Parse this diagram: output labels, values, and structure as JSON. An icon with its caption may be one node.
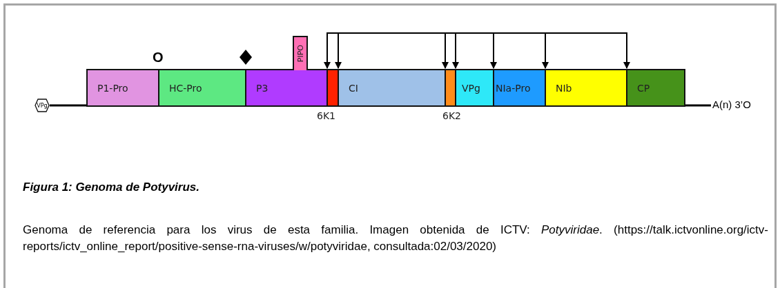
{
  "diagram": {
    "title": "Figura 1: Genoma de Potyvirus.",
    "caption": "Genoma de referencia para los virus de esta familia. Imagen obtenida de ICTV: *Potyviridae*. (https://talk.ictvonline.org/ictv-reports/ictv_online_report/positive-sense-rna-viruses/w/potyviridae, consultada:02/03/2020)",
    "nodes": [
      {
        "text": [
          "VPg"
        ]
      },
      {
        "text": [
          "P1-Pro"
        ]
      },
      {
        "text": [
          "HC-Pro"
        ]
      },
      {
        "text": [
          "P3"
        ]
      },
      {
        "text": [
          "PIPO"
        ]
      },
      {
        "text": [
          "6K1"
        ]
      },
      {
        "text": [
          "CI"
        ]
      },
      {
        "text": [
          "6K2"
        ]
      },
      {
        "text": [
          "VPg"
        ]
      },
      {
        "text": [
          "NIa-Pro"
        ]
      },
      {
        "text": [
          "NIb"
        ]
      },
      {
        "text": [
          "CP"
        ]
      },
      {
        "text": [
          "A(n) 3’O"
        ]
      }
    ],
    "edges": [
      {
        "from": 0,
        "to": 1,
        "arrow": "none"
      },
      {
        "from": 11,
        "to": 12,
        "arrow": "none"
      },
      {
        "from": null,
        "to": 5,
        "arrow": "to"
      },
      {
        "from": null,
        "to": 6,
        "arrow": "to"
      },
      {
        "from": null,
        "to": 7,
        "arrow": "to"
      },
      {
        "from": null,
        "to": 8,
        "arrow": "to"
      },
      {
        "from": null,
        "to": 9,
        "arrow": "to"
      },
      {
        "from": null,
        "to": 10,
        "arrow": "to"
      },
      {
        "from": null,
        "to": 11,
        "arrow": "to"
      }
    ],
    "labels": [
      "O"
    ]
  }
}
